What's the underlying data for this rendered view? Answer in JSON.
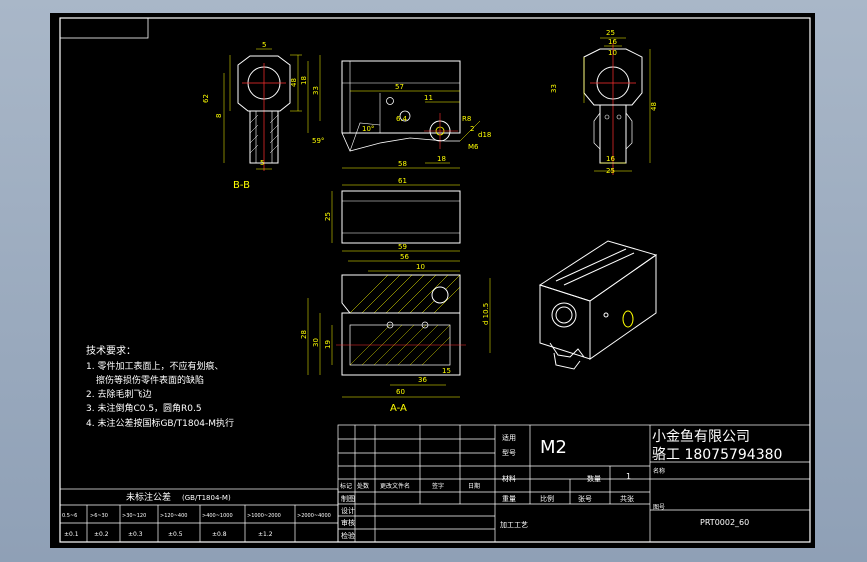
{
  "views": {
    "section_bb": "B-B",
    "section_aa": "A-A"
  },
  "dims": {
    "bb_left": [
      "62",
      "8",
      "48"
    ],
    "bb_top": "5",
    "bb_bottom": "5",
    "front_top": [
      "18",
      "33",
      "57",
      "11",
      "6.4",
      "R8",
      "2",
      "d18",
      "59°",
      "10°",
      "M6",
      "58",
      "18",
      "61"
    ],
    "plan": [
      "25",
      "59",
      "56",
      "10",
      "d 10.5"
    ],
    "aa_left": [
      "28",
      "30",
      "19"
    ],
    "aa_bottom": [
      "36",
      "60",
      "15"
    ],
    "side": [
      "25",
      "16",
      "10",
      "33",
      "48",
      "16",
      "25"
    ]
  },
  "notes": {
    "title": "技术要求：",
    "lines": [
      "1. 零件加工表面上，不应有划痕、",
      "擦伤等损伤零件表面的缺陷",
      "2. 去除毛刺飞边",
      "3. 未注倒角C0.5，圆角R0.5",
      "4. 未注公差按国标GB/T1804-M执行"
    ]
  },
  "tolerance": {
    "title": "未标注公差",
    "standard": "(GB/T1804-M)",
    "ranges": [
      "0.5~6",
      ">6~30",
      ">30~120",
      ">120~400",
      ">400~1000",
      ">1000~2000",
      ">2000~4000"
    ],
    "values": [
      "±0.1",
      "±0.2",
      "±0.3",
      "±0.5",
      "±0.8",
      "±1.2",
      ""
    ]
  },
  "title_block": {
    "applicable_label": "适用",
    "model_label": "型号",
    "model": "M2",
    "company": "小金鱼有限公司",
    "contact": "骆工 18075794380",
    "material_label": "材料",
    "quantity_label": "数量",
    "quantity": "1",
    "weight_label": "重量",
    "scale_label": "比例",
    "sheet_label": "张号",
    "total_label": "共张",
    "mark_label": "标记",
    "count_label": "处数",
    "change_doc_label": "更改文件名",
    "signature_label": "签字",
    "date_label": "日期",
    "draw_label": "制图",
    "design_label": "设计",
    "review_label": "审核",
    "check_label": "检验",
    "process_label": "加工工艺",
    "part_name_label": "名称",
    "part_code_label": "图号",
    "drawing_no": "PRT0002_60"
  }
}
